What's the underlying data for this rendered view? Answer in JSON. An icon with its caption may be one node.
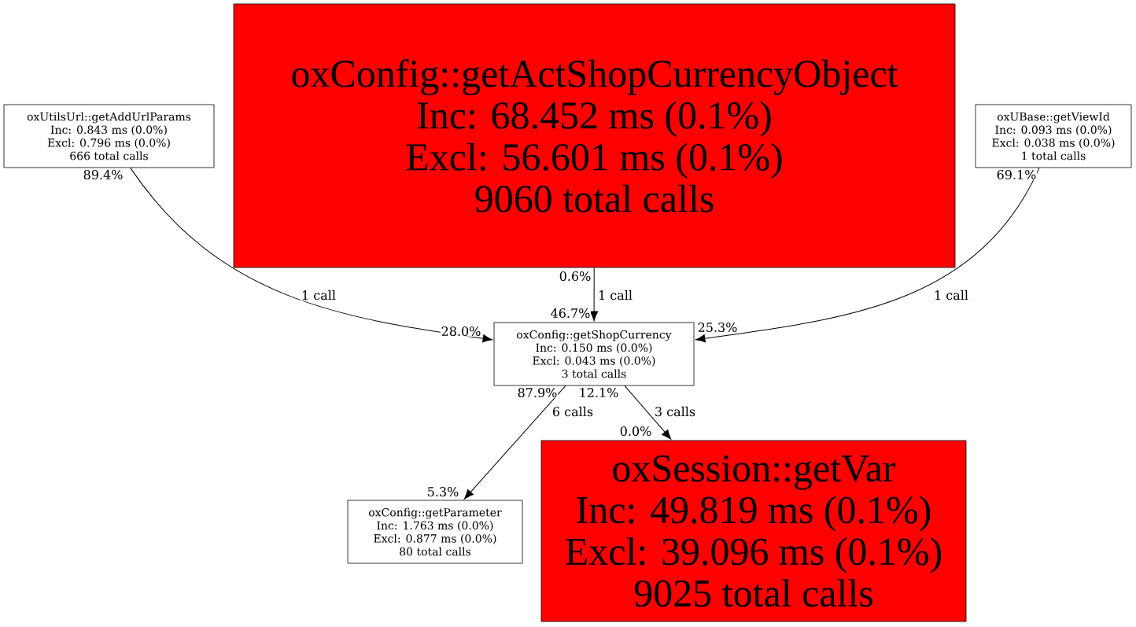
{
  "diagram": {
    "nodes": [
      {
        "text": [
          "oxConfig::getActShopCurrencyObject",
          "Inc: 68.452 ms (0.1%)",
          "Excl: 56.601 ms (0.1%)",
          "9060 total calls"
        ]
      },
      {
        "text": [
          "oxUtilsUrl::getAddUrlParams",
          "Inc: 0.843 ms (0.0%)",
          "Excl: 0.796 ms (0.0%)",
          "666 total calls"
        ]
      },
      {
        "text": [
          "oxUBase::getViewId",
          "Inc: 0.093 ms (0.0%)",
          "Excl: 0.038 ms (0.0%)",
          "1 total calls"
        ]
      },
      {
        "text": [
          "oxConfig::getShopCurrency",
          "Inc: 0.150 ms (0.0%)",
          "Excl: 0.043 ms (0.0%)",
          "3 total calls"
        ]
      },
      {
        "text": [
          "oxConfig::getParameter",
          "Inc: 1.763 ms (0.0%)",
          "Excl: 0.877 ms (0.0%)",
          "80 total calls"
        ]
      },
      {
        "text": [
          "oxSession::getVar",
          "Inc: 49.819 ms (0.1%)",
          "Excl: 39.096 ms (0.1%)",
          "9025 total calls"
        ]
      }
    ],
    "edges": [
      {
        "from": 1,
        "to": 3,
        "arrow": "to",
        "label": "1 call"
      },
      {
        "from": 0,
        "to": 3,
        "arrow": "to",
        "label": "1 call"
      },
      {
        "from": 2,
        "to": 3,
        "arrow": "to",
        "label": "1 call"
      },
      {
        "from": 3,
        "to": 4,
        "arrow": "to",
        "label": "6 calls"
      },
      {
        "from": 3,
        "to": 5,
        "arrow": "to",
        "label": "3 calls"
      }
    ],
    "labels": [
      "89.4%",
      "69.1%",
      "0.6%",
      "46.7%",
      "28.0%",
      "25.3%",
      "87.9%",
      "12.1%",
      "0.0%",
      "5.3%"
    ]
  }
}
